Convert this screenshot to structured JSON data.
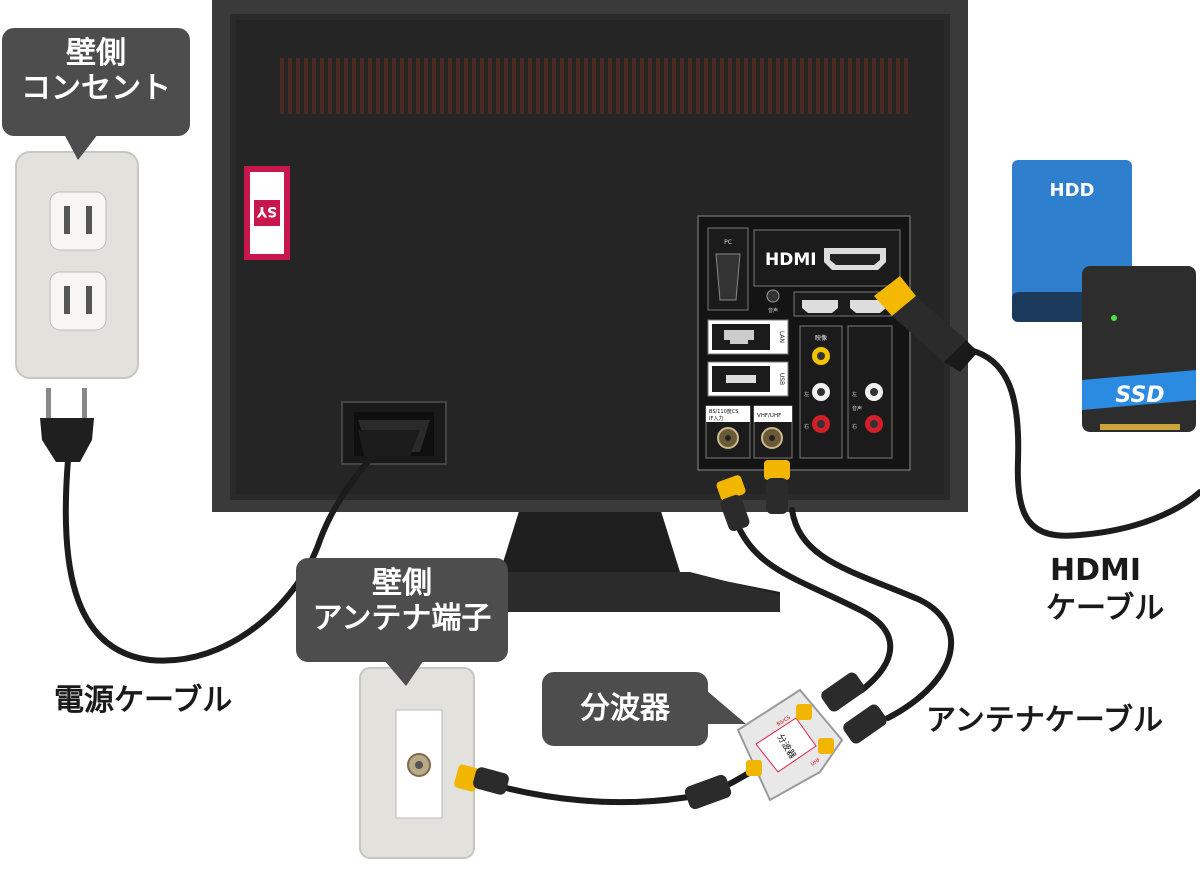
{
  "callouts": {
    "outlet": {
      "line1": "壁側",
      "line2": "コンセント"
    },
    "antenna_terminal": {
      "line1": "壁側",
      "line2": "アンテナ端子"
    },
    "splitter": "分波器"
  },
  "labels": {
    "power_cable": "電源ケーブル",
    "antenna_cable": "アンテナケーブル",
    "hdmi_cable_line1": "HDMI",
    "hdmi_cable_line2": "ケーブル"
  },
  "devices": {
    "hdd": "HDD",
    "ssd": "SSD"
  },
  "tv_ports": {
    "pc": "PC",
    "hdmi": "HDMI",
    "lan": "LAN",
    "usb": "USB",
    "bs_cs": "BS/110度CS",
    "bs_cs_sub": "IF入力",
    "vhf_uhf": "VHF/UHF",
    "video": "映像",
    "left": "左",
    "audio": "音声",
    "right": "右",
    "headphone": "音声"
  },
  "sticker": {
    "brand": "SY"
  },
  "splitter_text": {
    "label": "分波器",
    "port_a": "BS/CS",
    "port_b": "UHF"
  },
  "colors": {
    "tv_body": "#3a3a3a",
    "tv_frame": "#262626",
    "connector_gold": "#f2b600",
    "hdd_blue": "#2f7fcf",
    "ssd_blue": "#2a8be0",
    "bubble": "#4d4d4d",
    "cable": "#1c1c1c",
    "hdmi_plug_yellow": "#f5b800"
  }
}
